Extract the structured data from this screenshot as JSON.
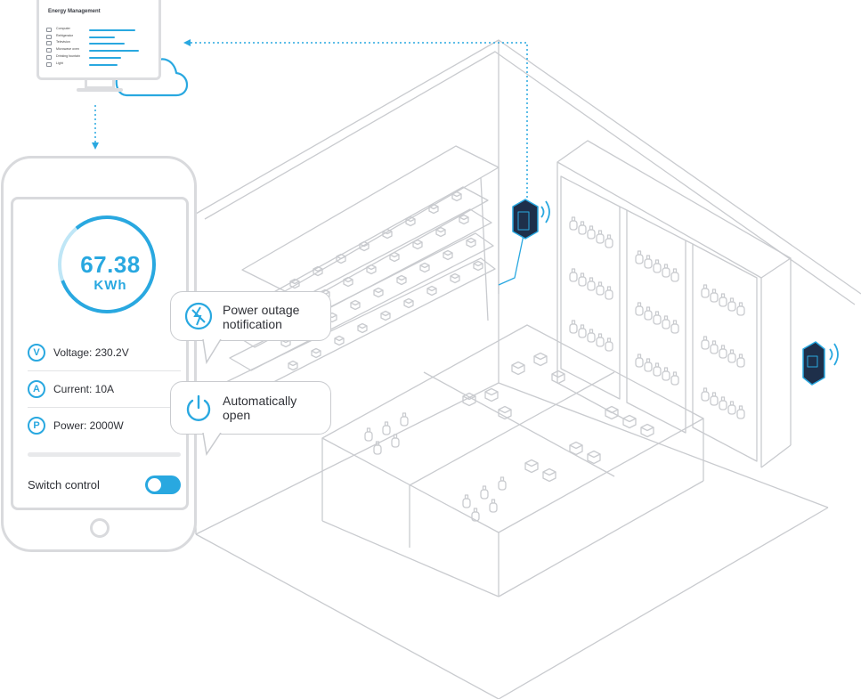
{
  "monitor": {
    "title": "Energy Management",
    "rows": [
      {
        "label": "Computer",
        "icon": "computer-icon",
        "level": 0.72
      },
      {
        "label": "Refrigerator",
        "icon": "refrigerator-icon",
        "level": 0.4
      },
      {
        "label": "Television",
        "icon": "television-icon",
        "level": 0.55
      },
      {
        "label": "Microwave oven",
        "icon": "microwave-icon",
        "level": 0.78
      },
      {
        "label": "Drinking fountain",
        "icon": "fountain-icon",
        "level": 0.5
      },
      {
        "label": "Light",
        "icon": "light-icon",
        "level": 0.45
      }
    ]
  },
  "phone": {
    "energy_value": "67.38",
    "energy_unit": "KWh",
    "metrics": [
      {
        "badge": "V",
        "label": "Voltage: 230.2V"
      },
      {
        "badge": "A",
        "label": "Current: 10A"
      },
      {
        "badge": "P",
        "label": "Power: 2000W"
      }
    ],
    "switch_label": "Switch control",
    "switch_on": true
  },
  "callouts": {
    "outage": "Power outage notification",
    "outage_line1": "Power outage",
    "outage_line2": "notification",
    "open": "Automatically open",
    "open_line1": "Automatically",
    "open_line2": "open"
  },
  "colors": {
    "accent": "#29a8e0",
    "line": "#c9cbcf",
    "device": "#1e2f4a"
  }
}
